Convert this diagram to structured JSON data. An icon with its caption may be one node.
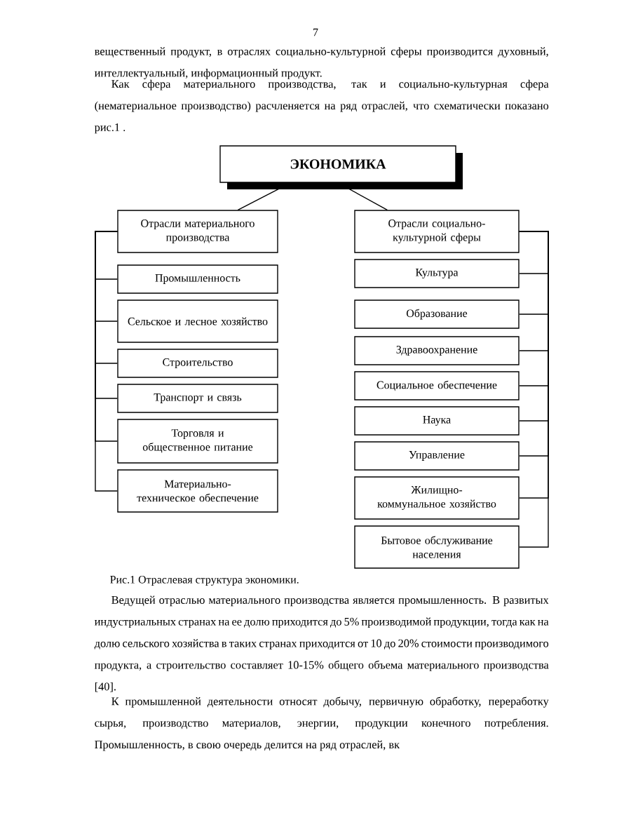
{
  "diagram": {
    "caption": "Рис.1 Отраслевая структура экономики.",
    "nodes": [
      {
        "text": [
          "ЭКОНОМИКА"
        ]
      },
      {
        "text": [
          "Отрасли материального производства"
        ]
      },
      {
        "text": [
          "Отрасли социально-культурной сферы"
        ]
      },
      {
        "text": [
          "Промышленность"
        ]
      },
      {
        "text": [
          "Сельское и лесное хозяйство"
        ]
      },
      {
        "text": [
          "Строительство"
        ]
      },
      {
        "text": [
          "Транспорт и связь"
        ]
      },
      {
        "text": [
          "Торговля и общественное питание"
        ]
      },
      {
        "text": [
          "Материально-техническое обеспечение"
        ]
      },
      {
        "text": [
          "Культура"
        ]
      },
      {
        "text": [
          "Образование"
        ]
      },
      {
        "text": [
          "Здравоохранение"
        ]
      },
      {
        "text": [
          "Социальное обеспечение"
        ]
      },
      {
        "text": [
          "Наука"
        ]
      },
      {
        "text": [
          "Управление"
        ]
      },
      {
        "text": [
          "Жилищно-коммунальное хозяйство"
        ]
      },
      {
        "text": [
          "Бытовое обслуживание населения"
        ]
      }
    ],
    "edges": [
      {
        "from": 0,
        "to": 1,
        "arrow": "none"
      },
      {
        "from": 0,
        "to": 2,
        "arrow": "none"
      },
      {
        "from": 1,
        "to": 3,
        "arrow": "none"
      },
      {
        "from": 1,
        "to": 4,
        "arrow": "none"
      },
      {
        "from": 1,
        "to": 5,
        "arrow": "none"
      },
      {
        "from": 1,
        "to": 6,
        "arrow": "none"
      },
      {
        "from": 1,
        "to": 7,
        "arrow": "none"
      },
      {
        "from": 1,
        "to": 8,
        "arrow": "none"
      },
      {
        "from": 2,
        "to": 9,
        "arrow": "none"
      },
      {
        "from": 2,
        "to": 10,
        "arrow": "none"
      },
      {
        "from": 2,
        "to": 11,
        "arrow": "none"
      },
      {
        "from": 2,
        "to": 12,
        "arrow": "none"
      },
      {
        "from": 2,
        "to": 13,
        "arrow": "none"
      },
      {
        "from": 2,
        "to": 14,
        "arrow": "none"
      },
      {
        "from": 2,
        "to": 15,
        "arrow": "none"
      },
      {
        "from": 2,
        "to": 16,
        "arrow": "none"
      }
    ],
    "labels": [
      "7",
      "вещественный продукт, в отраслях социально-культурной сферы производится духовный, интеллектуальный, информационный продукт.",
      "Как сфера материального производства, так и социально-культурная сфера (нематериальное производство) расчленяется на ряд отраслей, что схематически показано рис.1 .",
      "Ведущей отраслью материального производства является промышленность. В развитых индустриальных странах на ее долю приходится до 5% производимой продукции, тогда как на долю сельского хозяйства в таких странах приходится от 10 до 20% стоимости производимого продукта, а строительство составляет 10-15% общего объема материального производства [40].",
      "К промышленной деятельности относят добычу, первичную обработку, переработку сырья, производство материалов, энергии, продукции конечного потребления. Промышленность, в свою очередь делится на ряд отраслей, вк"
    ]
  }
}
